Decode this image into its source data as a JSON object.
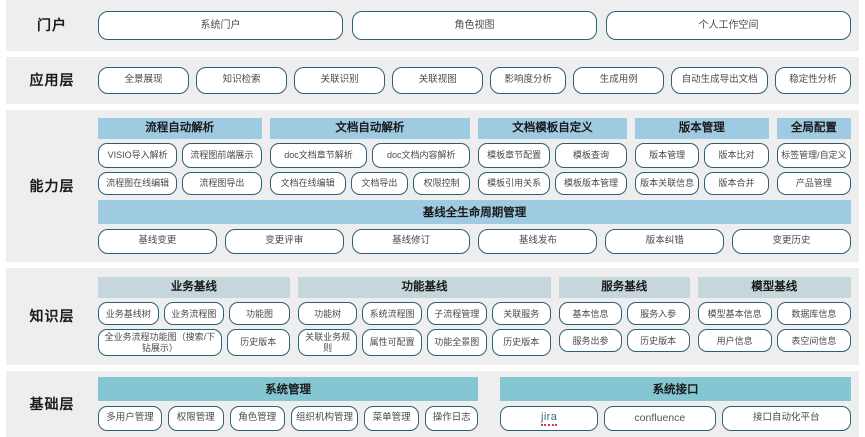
{
  "colors": {
    "band_bg": "#eeeeee",
    "capability_header": "#9fcbe2",
    "knowledge_header": "#c5d7dc",
    "foundation_header": "#84c7d2",
    "button_border": "#2d5f73",
    "button_bg": "#ffffff",
    "text": "#4a4a4a"
  },
  "layers": [
    {
      "label": "门户",
      "type": "buttons",
      "buttons": [
        "系统门户",
        "角色视图",
        "个人工作空间"
      ]
    },
    {
      "label": "应用层",
      "type": "buttons",
      "buttons": [
        "全景展现",
        "知识检索",
        "关联识别",
        "关联视图",
        "影响度分析",
        "生成用例",
        "自动生成导出文档",
        "稳定性分析"
      ]
    },
    {
      "label": "能力层",
      "type": "groups",
      "groups": [
        {
          "title": "流程自动解析",
          "flex": 22,
          "rows": [
            [
              "VISIO导入解析",
              "流程图前端展示"
            ],
            [
              "流程图在线编辑",
              "流程图导出"
            ]
          ]
        },
        {
          "title": "文档自动解析",
          "flex": 27,
          "rows": [
            [
              "doc文档章节解析",
              "doc文档内容解析"
            ],
            [
              "文档在线编辑",
              "文档导出",
              "权限控制"
            ]
          ]
        },
        {
          "title": "文档模板自定义",
          "flex": 20,
          "rows": [
            [
              "模板章节配置",
              "模板查询"
            ],
            [
              "模板引用关系",
              "模板版本管理"
            ]
          ]
        },
        {
          "title": "版本管理",
          "flex": 18,
          "rows": [
            [
              "版本管理",
              "版本比对"
            ],
            [
              "版本关联信息",
              "版本合并"
            ]
          ]
        },
        {
          "title": "全局配置",
          "flex": 10,
          "rows": [
            [
              "标签管理/自定义"
            ],
            [
              "产品管理"
            ]
          ]
        }
      ],
      "strip": {
        "title": "基线全生命周期管理",
        "buttons": [
          "基线变更",
          "变更评审",
          "基线修订",
          "基线发布",
          "版本纠错",
          "变更历史"
        ]
      }
    },
    {
      "label": "知识层",
      "type": "groups",
      "groups": [
        {
          "title": "业务基线",
          "flex": 25,
          "rows": [
            [
              "业务基线树",
              "业务流程图",
              "功能图"
            ],
            [
              "全业务流程功能图（搜索/下钻展示）",
              "历史版本"
            ]
          ]
        },
        {
          "title": "功能基线",
          "flex": 33,
          "rows": [
            [
              "功能树",
              "系统流程图",
              "子流程管理",
              "关联服务"
            ],
            [
              "关联业务规则",
              "属性可配置",
              "功能全景图",
              "历史版本"
            ]
          ]
        },
        {
          "title": "服务基线",
          "flex": 17,
          "rows": [
            [
              "基本信息",
              "服务入参"
            ],
            [
              "服务出参",
              "历史版本"
            ]
          ]
        },
        {
          "title": "模型基线",
          "flex": 20,
          "rows": [
            [
              "模型基本信息",
              "数据库信息"
            ],
            [
              "用户信息",
              "表空间信息"
            ]
          ]
        }
      ]
    },
    {
      "label": "基础层",
      "type": "foundation",
      "columns": [
        {
          "title": "系统管理",
          "flex": 52,
          "buttons": [
            "多用户管理",
            "权限管理",
            "角色管理",
            "组织机构管理",
            "菜单管理",
            "操作日志"
          ]
        },
        {
          "title": "系统接口",
          "flex": 48,
          "buttons": [
            "jira",
            "confluence",
            "接口自动化平台"
          ]
        }
      ]
    }
  ]
}
